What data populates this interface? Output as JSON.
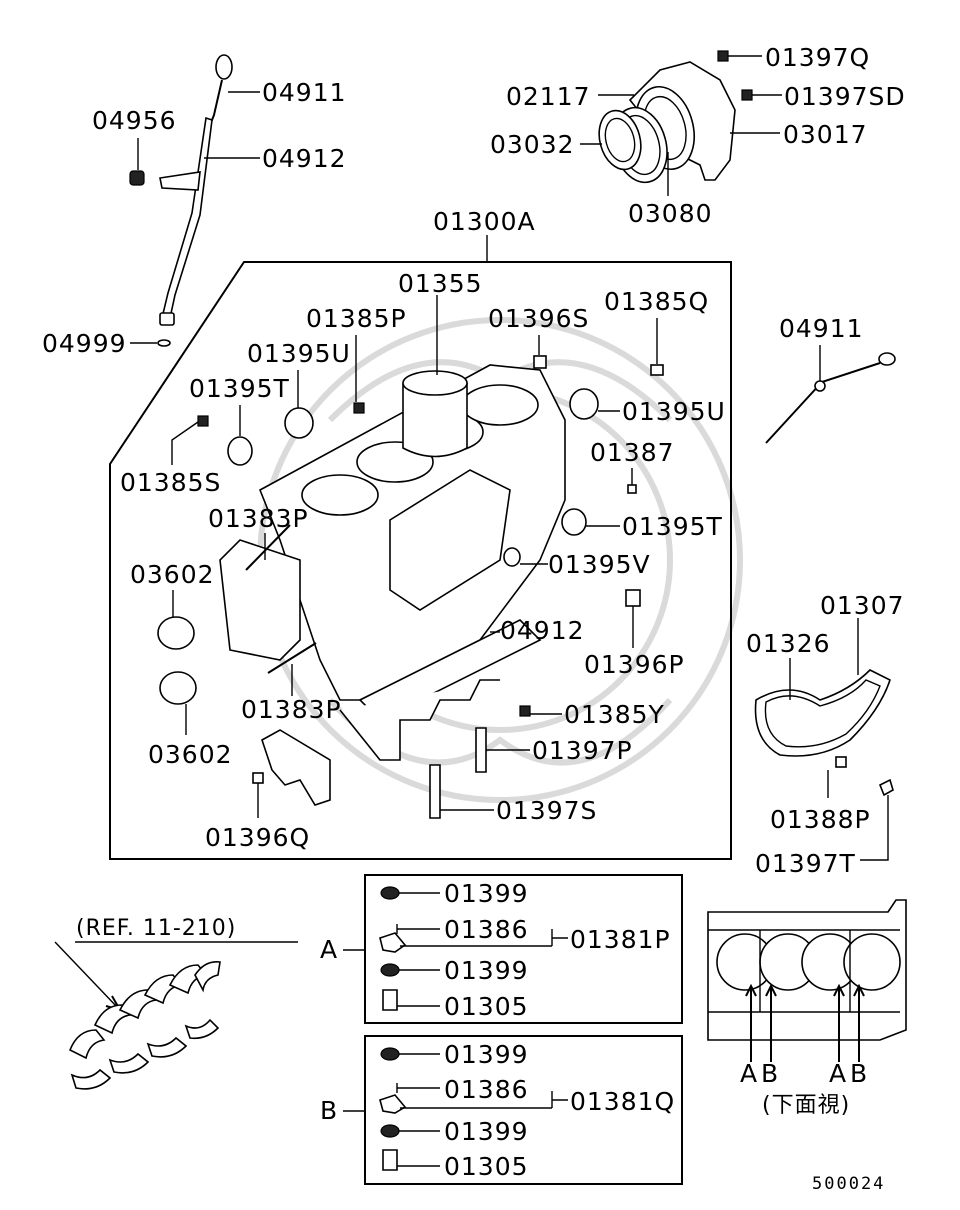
{
  "diagram": {
    "parts": {
      "p01397Q": "01397Q",
      "p02117": "02117",
      "p01397SD": "01397SD",
      "p03032": "03032",
      "p03017": "03017",
      "p03080": "03080",
      "p04911_top": "04911",
      "p04956": "04956",
      "p04912_top": "04912",
      "p01300A": "01300A",
      "p01355": "01355",
      "p01385P": "01385P",
      "p01396S": "01396S",
      "p01385Q": "01385Q",
      "p04999": "04999",
      "p01395U_left": "01395U",
      "p04911_right": "04911",
      "p01395T_left": "01395T",
      "p01395U_right": "01395U",
      "p01385S": "01385S",
      "p01387": "01387",
      "p01383P_top": "01383P",
      "p01395T_right": "01395T",
      "p03602_top": "03602",
      "p01395V": "01395V",
      "p01307": "01307",
      "p04912_mid": "04912",
      "p01326": "01326",
      "p01396P": "01396P",
      "p01383P_bottom": "01383P",
      "p01385Y": "01385Y",
      "p03602_bottom": "03602",
      "p01397P": "01397P",
      "p01388P": "01388P",
      "p01397S": "01397S",
      "p01396Q": "01396Q",
      "p01397T": "01397T"
    },
    "boxA": {
      "letter": "A",
      "row1": "01399",
      "row2": "01386",
      "row2_group": "01381P",
      "row3": "01399",
      "row4": "01305"
    },
    "boxB": {
      "letter": "B",
      "row1": "01399",
      "row2": "01386",
      "row2_group": "01381Q",
      "row3": "01399",
      "row4": "01305"
    },
    "ref": "(REF. 11-210)",
    "bottom_view": {
      "labels": [
        "A",
        "B",
        "A",
        "B"
      ],
      "caption": "(下面視)"
    },
    "diagram_number": "500024"
  }
}
